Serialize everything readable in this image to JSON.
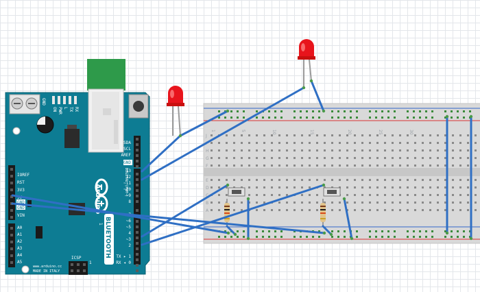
{
  "board": {
    "name": "Arduino",
    "variant": "BLUETOOTH",
    "gnd_top_label": "GND",
    "led_labels": [
      "ON",
      "PWR",
      "L",
      "TX",
      "RX"
    ],
    "power_pins": [
      "IOREF",
      "RST",
      "3V3",
      "5V",
      "GND",
      "GND",
      "VIN"
    ],
    "analog_pins": [
      "A0",
      "A1",
      "A2",
      "A3",
      "A4",
      "A5"
    ],
    "top_pins": [
      "SDA",
      "SCL",
      "AREF",
      "GND"
    ],
    "digital_pins": [
      "13",
      "12",
      "~11",
      "~10",
      "~9",
      "8",
      "7",
      "~6",
      "~5",
      "4",
      "~3",
      "2",
      "TX ▸ 1",
      "RX ◂ 0"
    ],
    "digital_header": "DIGITAL (PWM~)",
    "icsp_label": "ICSP",
    "icsp_number": "1",
    "website": "www.arduino.cc",
    "made_in": "MADE IN ITALY",
    "model_digit": "1"
  },
  "breadboard": {
    "column_numbers": [
      "1",
      "5",
      "10",
      "15",
      "20",
      "25",
      "30"
    ],
    "row_letters_top": [
      "J",
      "I",
      "H",
      "G",
      "F"
    ],
    "row_letters_bottom": [
      "E",
      "D",
      "C",
      "B",
      "A"
    ]
  },
  "components": {
    "leds": [
      {
        "name": "led-1",
        "color": "#e8141c"
      },
      {
        "name": "led-2",
        "color": "#e8141c"
      }
    ],
    "resistor_color": "#e2c48a",
    "wire_color": "#2f6fc4",
    "board_color": "#0d7c93",
    "bluetooth_module_color": "#2e9a4a"
  }
}
